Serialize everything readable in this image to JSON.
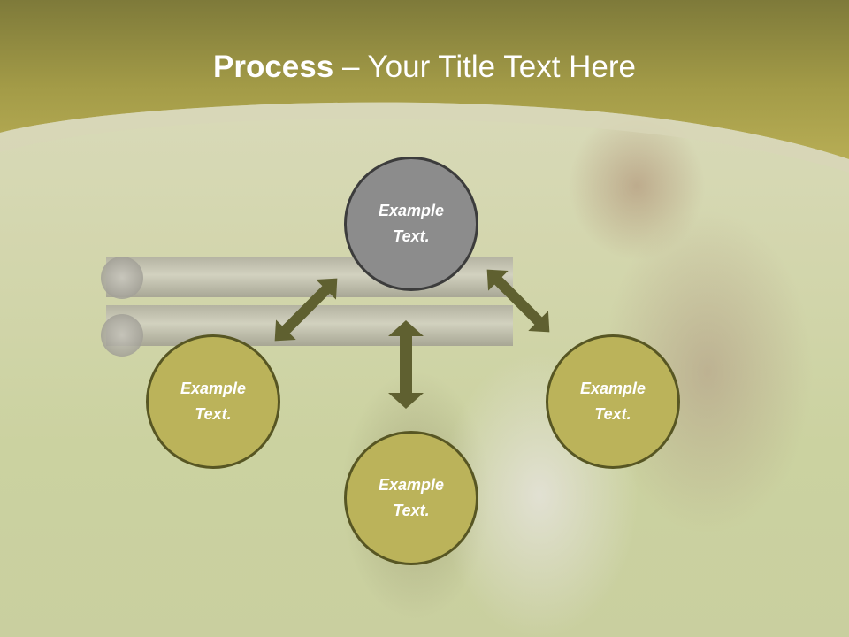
{
  "slide": {
    "title_bold": "Process",
    "title_rest": " – Your Title Text Here",
    "nodes": [
      {
        "id": "top",
        "label": "Example Text."
      },
      {
        "id": "left",
        "label": "Example Text."
      },
      {
        "id": "bottom",
        "label": "Example Text."
      },
      {
        "id": "right",
        "label": "Example Text."
      }
    ]
  },
  "colors": {
    "header_olive": "#b5ab4f",
    "circle_olive": "#bbb35a",
    "circle_gray": "#8c8c8c",
    "arrow": "#5f6030",
    "title_text": "#ffffff"
  },
  "icons": [
    "double-arrow-icon"
  ]
}
